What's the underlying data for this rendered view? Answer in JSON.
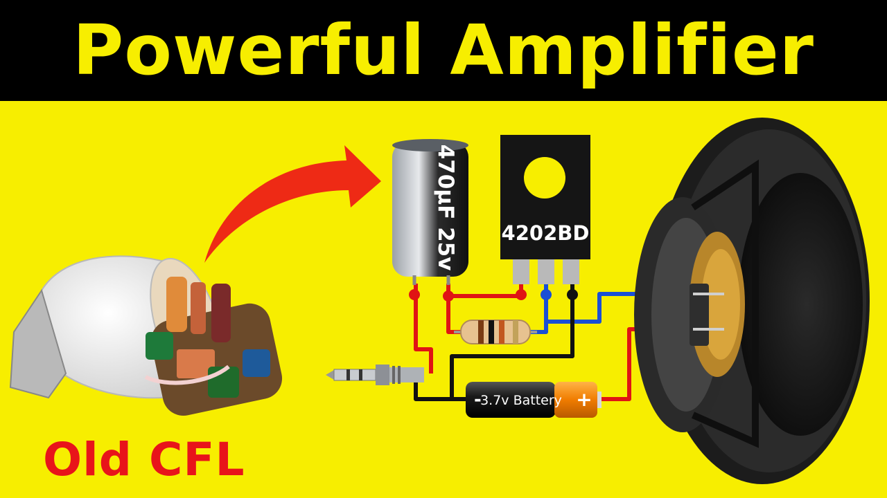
{
  "title": "Powerful Amplifier",
  "bottom_label": "Old CFL",
  "components": {
    "capacitor": {
      "label": "470µF 25v"
    },
    "transistor": {
      "label": "4202BD"
    },
    "battery": {
      "label": "3.7v Battery",
      "negative": "-",
      "positive": "+"
    }
  },
  "colors": {
    "background": "#f7ee00",
    "title_text": "#f7ee00",
    "accent_red": "#e8141a",
    "wire_red": "#e01414",
    "wire_blue": "#1a4fd6",
    "wire_black": "#111111"
  }
}
